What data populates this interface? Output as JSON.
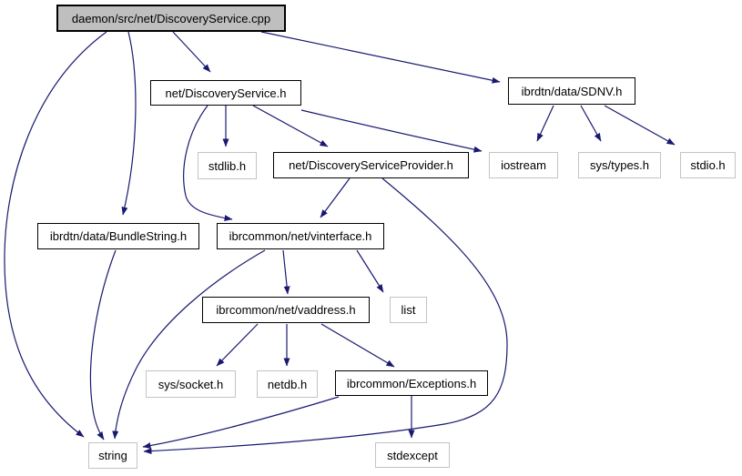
{
  "diagram": {
    "kind": "include-dependency-graph",
    "root": "daemon/src/net/DiscoveryService.cpp",
    "colors": {
      "edge": "#191970",
      "root_fill": "#bfbfbf",
      "node_fill": "#ffffff",
      "documented_border": "#000000",
      "system_border": "#c4c4c4",
      "text": "#000000"
    },
    "nodes": [
      {
        "id": "cpp",
        "label": "daemon/src/net/DiscoveryService.cpp",
        "kind": "root"
      },
      {
        "id": "dsh",
        "label": "net/DiscoveryService.h",
        "kind": "header"
      },
      {
        "id": "sdnv",
        "label": "ibrdtn/data/SDNV.h",
        "kind": "header"
      },
      {
        "id": "stdlib",
        "label": "stdlib.h",
        "kind": "system"
      },
      {
        "id": "provider",
        "label": "net/DiscoveryServiceProvider.h",
        "kind": "header"
      },
      {
        "id": "iostream",
        "label": "iostream",
        "kind": "system"
      },
      {
        "id": "systypes",
        "label": "sys/types.h",
        "kind": "system"
      },
      {
        "id": "stdio",
        "label": "stdio.h",
        "kind": "system"
      },
      {
        "id": "bundlestring",
        "label": "ibrdtn/data/BundleString.h",
        "kind": "header"
      },
      {
        "id": "vinterface",
        "label": "ibrcommon/net/vinterface.h",
        "kind": "header"
      },
      {
        "id": "vaddress",
        "label": "ibrcommon/net/vaddress.h",
        "kind": "header"
      },
      {
        "id": "list",
        "label": "list",
        "kind": "system"
      },
      {
        "id": "syssocket",
        "label": "sys/socket.h",
        "kind": "system"
      },
      {
        "id": "netdb",
        "label": "netdb.h",
        "kind": "system"
      },
      {
        "id": "exceptions",
        "label": "ibrcommon/Exceptions.h",
        "kind": "header"
      },
      {
        "id": "string",
        "label": "string",
        "kind": "system"
      },
      {
        "id": "stdexcept",
        "label": "stdexcept",
        "kind": "system"
      }
    ],
    "edges": [
      {
        "from": "daemon/src/net/DiscoveryService.cpp",
        "to": "net/DiscoveryService.h"
      },
      {
        "from": "daemon/src/net/DiscoveryService.cpp",
        "to": "ibrdtn/data/SDNV.h"
      },
      {
        "from": "daemon/src/net/DiscoveryService.cpp",
        "to": "ibrdtn/data/BundleString.h"
      },
      {
        "from": "daemon/src/net/DiscoveryService.cpp",
        "to": "string"
      },
      {
        "from": "net/DiscoveryService.h",
        "to": "stdlib.h"
      },
      {
        "from": "net/DiscoveryService.h",
        "to": "ibrcommon/net/vinterface.h"
      },
      {
        "from": "net/DiscoveryService.h",
        "to": "net/DiscoveryServiceProvider.h"
      },
      {
        "from": "net/DiscoveryService.h",
        "to": "iostream"
      },
      {
        "from": "ibrdtn/data/SDNV.h",
        "to": "iostream"
      },
      {
        "from": "ibrdtn/data/SDNV.h",
        "to": "sys/types.h"
      },
      {
        "from": "ibrdtn/data/SDNV.h",
        "to": "stdio.h"
      },
      {
        "from": "net/DiscoveryServiceProvider.h",
        "to": "ibrcommon/net/vinterface.h"
      },
      {
        "from": "net/DiscoveryServiceProvider.h",
        "to": "string"
      },
      {
        "from": "ibrdtn/data/BundleString.h",
        "to": "string"
      },
      {
        "from": "ibrcommon/net/vinterface.h",
        "to": "ibrcommon/net/vaddress.h"
      },
      {
        "from": "ibrcommon/net/vinterface.h",
        "to": "list"
      },
      {
        "from": "ibrcommon/net/vinterface.h",
        "to": "string"
      },
      {
        "from": "ibrcommon/net/vaddress.h",
        "to": "sys/socket.h"
      },
      {
        "from": "ibrcommon/net/vaddress.h",
        "to": "netdb.h"
      },
      {
        "from": "ibrcommon/net/vaddress.h",
        "to": "ibrcommon/Exceptions.h"
      },
      {
        "from": "ibrcommon/Exceptions.h",
        "to": "stdexcept"
      },
      {
        "from": "ibrcommon/Exceptions.h",
        "to": "string"
      }
    ]
  }
}
